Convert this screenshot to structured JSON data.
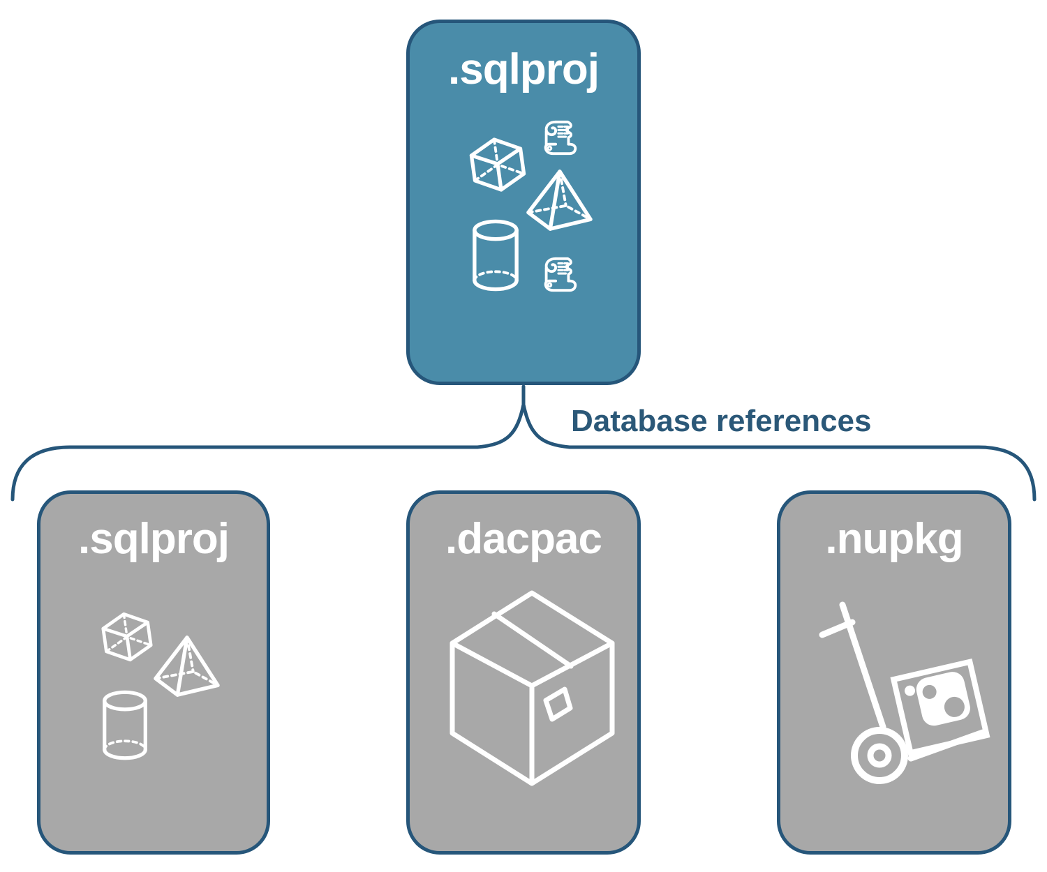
{
  "diagram": {
    "parent": {
      "label": ".sqlproj",
      "icons": [
        "script-scroll-icon",
        "cube-icon",
        "pyramid-icon",
        "database-cylinder-icon",
        "script-scroll-icon"
      ]
    },
    "connector": {
      "label": "Database references"
    },
    "children": [
      {
        "label": ".sqlproj",
        "icons": [
          "cube-icon",
          "pyramid-icon",
          "database-cylinder-icon"
        ]
      },
      {
        "label": ".dacpac",
        "icons": [
          "package-box-icon"
        ]
      },
      {
        "label": ".nupkg",
        "icons": [
          "hand-truck-package-icon"
        ]
      }
    ],
    "colors": {
      "background": "#FFFFFF",
      "parent_fill": "#4A8CA9",
      "child_fill": "#A8A8A8",
      "outline": "#26567A",
      "label_text": "#2B5878",
      "title_text": "#FFFFFF",
      "icon": "#FFFFFF"
    }
  }
}
